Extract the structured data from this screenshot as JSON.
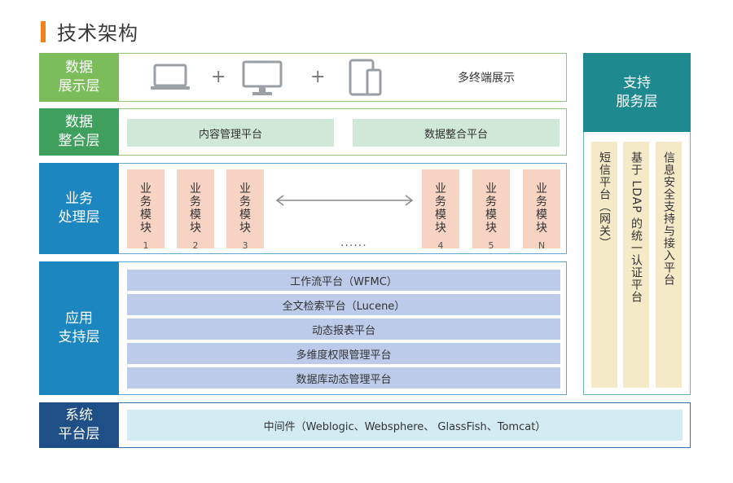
{
  "title": "技术架构",
  "layers": {
    "display": {
      "label": "数据\n展示层",
      "plus": "+",
      "devices_label": "多终端展示"
    },
    "integration": {
      "label": "数据\n整合层",
      "platforms": [
        "内容管理平台",
        "数据整合平台"
      ]
    },
    "business": {
      "label": "业务\n处理层",
      "modules": [
        {
          "text": "业\n务\n模\n块",
          "num": "1"
        },
        {
          "text": "业\n务\n模\n块",
          "num": "2"
        },
        {
          "text": "业\n务\n模\n块",
          "num": "3"
        },
        {
          "text": "业\n务\n模\n块",
          "num": "4"
        },
        {
          "text": "业\n务\n模\n块",
          "num": "5"
        },
        {
          "text": "业\n务\n模\n块",
          "num": "N"
        }
      ],
      "ellipsis": "......"
    },
    "application": {
      "label": "应用\n支持层",
      "platforms": [
        "工作流平台（WFMC）",
        "全文检索平台（Lucene）",
        "动态报表平台",
        "多维度权限管理平台",
        "数据库动态管理平台"
      ]
    },
    "system": {
      "label": "系统\n平台层",
      "middleware": "中间件（Weblogic、Websphere、 GlassFish、Tomcat）"
    }
  },
  "support": {
    "label": "支持\n服务层",
    "columns": [
      "短信平台（网关）",
      "基于 LDAP 的统一认证平台",
      "信息安全支持与接入平台"
    ]
  },
  "icons": [
    "laptop-icon",
    "monitor-icon",
    "tablet-phone-icon"
  ],
  "colors": {
    "title_accent": "#f0821e",
    "display_label": "#7bbd5a",
    "integration_label": "#3fa05e",
    "business_label": "#1b86c0",
    "application_label": "#1b86c0",
    "system_label": "#1e4f87",
    "support_label": "#1e8a8f"
  }
}
